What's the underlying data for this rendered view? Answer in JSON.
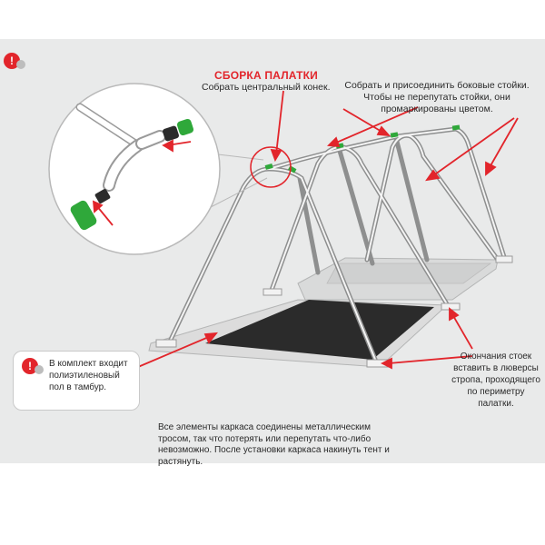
{
  "title": "СБОРКА ПАЛАТКИ",
  "subtitle": "Собрать центральный конек.",
  "note_right": "Собрать и присоединить боковые стойки. Чтобы не перепутать стойки, они промаркированы цветом.",
  "note_bottom_right": "Окончания стоек вставить в люверсы стропа, проходящего по периметру палатки.",
  "callout_text": "В комплект входит полиэтиленовый пол в тамбур.",
  "note_bottom": "Все элементы каркаса соединены металлическим тросом, так что потерять или перепутать что-либо невозможно. После установки каркаса накинуть тент и растянуть.",
  "warn_symbol": "!",
  "colors": {
    "accent": "#e2252b",
    "pole_marker": "#2fa83a",
    "floor": "#2b2b2b",
    "panel": "#e9eaea"
  },
  "icons": {
    "warning": "exclamation-circle-icon"
  }
}
